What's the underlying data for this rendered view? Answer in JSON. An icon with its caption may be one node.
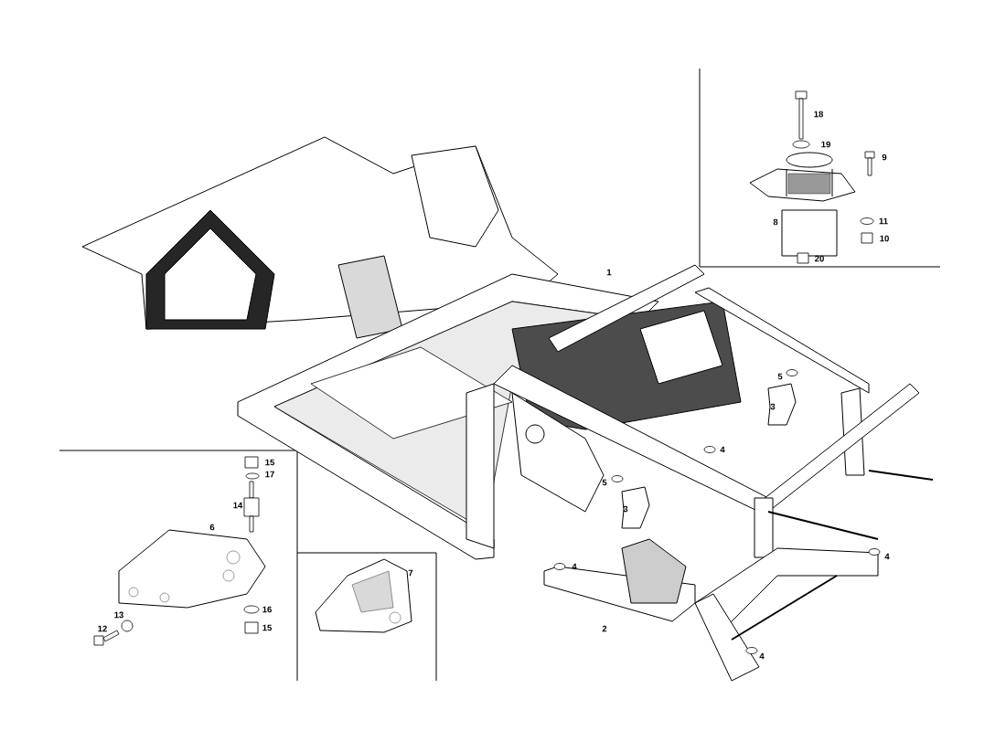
{
  "diagram": {
    "labels": [
      "18",
      "19",
      "9",
      "8",
      "11",
      "10",
      "20",
      "1",
      "5",
      "3",
      "4",
      "15",
      "17",
      "14",
      "5",
      "6",
      "3",
      "4",
      "4",
      "7",
      "16",
      "15",
      "13",
      "12",
      "2",
      "4"
    ]
  }
}
